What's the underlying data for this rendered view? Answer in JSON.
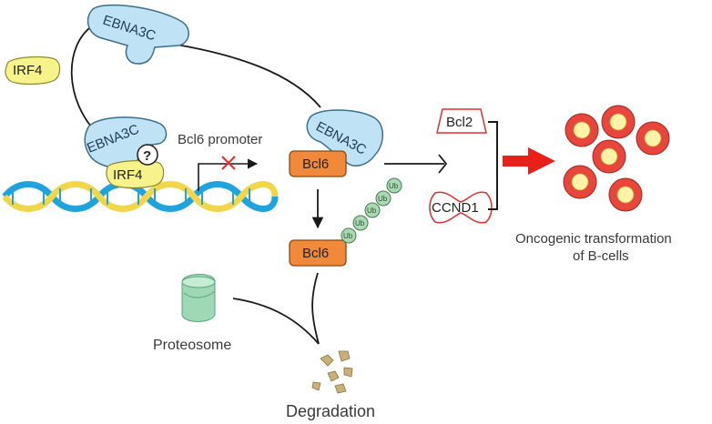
{
  "labels": {
    "ebna3c": "EBNA3C",
    "irf4": "IRF4",
    "question": "?",
    "bcl6_promoter": "Bcl6 promoter",
    "bcl6": "Bcl6",
    "ub": "Ub",
    "bcl2": "Bcl2",
    "ccnd1": "CCND1",
    "oncogenic_line1": "Oncogenic transformation",
    "oncogenic_line2": "of B-cells",
    "proteosome": "Proteosome",
    "degradation": "Degradation"
  },
  "colors": {
    "ebna3c_fill": "#bfe3f5",
    "ebna3c_stroke": "#3b6f8f",
    "irf4_fill": "#f7f28a",
    "bcl6_fill": "#f08a3a",
    "dna_blue": "#1fa3dc",
    "dna_yellow": "#f2d64a",
    "inhibit_x": "#e03030",
    "big_arrow": "#e8201a",
    "cell_outer": "#e8453c",
    "cell_inner": "#fff3a8",
    "ub_fill": "#a9d9b0",
    "proteosome_fill": "#9ed8b4",
    "fragment_fill": "#c9b07a"
  }
}
